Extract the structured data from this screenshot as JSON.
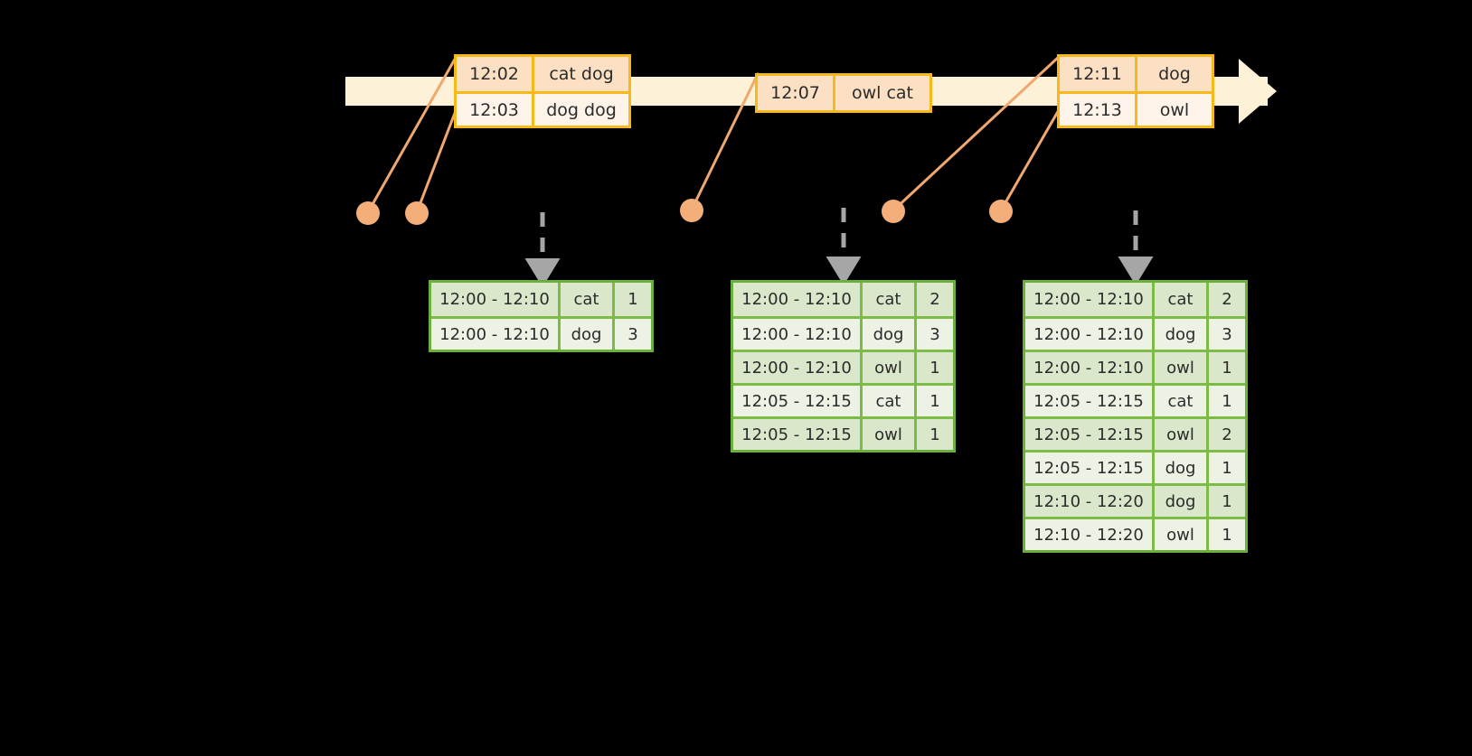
{
  "diagram": {
    "timeline": {
      "label": "event-stream-timeline",
      "bar_color": "#FDF1D7",
      "arrow_color": "#FDF1D7"
    },
    "accent_colors": {
      "event_border": "#F5B919",
      "event_shade": "#FCE0C3",
      "event_plain": "#FEF3E8",
      "table_border": "#6BB03C",
      "table_grid": "#7CBB46",
      "table_shade": "#DBE7CA",
      "table_plain": "#EDF3E4",
      "connector": "#F0A86E",
      "dot": "#F3AE79",
      "dashed_arrow": "#A6A6A6"
    },
    "event_boxes": [
      {
        "name": "event-box-1",
        "rows": [
          {
            "time": "12:02",
            "text": "cat dog",
            "style": "shade"
          },
          {
            "time": "12:03",
            "text": "dog dog",
            "style": "plain"
          }
        ]
      },
      {
        "name": "event-box-2",
        "rows": [
          {
            "time": "12:07",
            "text": "owl cat",
            "style": "shade"
          }
        ]
      },
      {
        "name": "event-box-3",
        "rows": [
          {
            "time": "12:11",
            "text": "dog",
            "style": "shade"
          },
          {
            "time": "12:13",
            "text": "owl",
            "style": "plain"
          }
        ]
      }
    ],
    "result_tables": [
      {
        "name": "result-table-1",
        "rows": [
          {
            "window": "12:00 - 12:10",
            "key": "cat",
            "count": "1",
            "style": "shade"
          },
          {
            "window": "12:00 - 12:10",
            "key": "dog",
            "count": "3",
            "style": "plain"
          }
        ]
      },
      {
        "name": "result-table-2",
        "rows": [
          {
            "window": "12:00 - 12:10",
            "key": "cat",
            "count": "2",
            "style": "shade"
          },
          {
            "window": "12:00 - 12:10",
            "key": "dog",
            "count": "3",
            "style": "plain"
          },
          {
            "window": "12:00 - 12:10",
            "key": "owl",
            "count": "1",
            "style": "shade"
          },
          {
            "window": "12:05 - 12:15",
            "key": "cat",
            "count": "1",
            "style": "plain"
          },
          {
            "window": "12:05 - 12:15",
            "key": "owl",
            "count": "1",
            "style": "shade"
          }
        ]
      },
      {
        "name": "result-table-3",
        "rows": [
          {
            "window": "12:00 - 12:10",
            "key": "cat",
            "count": "2",
            "style": "shade"
          },
          {
            "window": "12:00 - 12:10",
            "key": "dog",
            "count": "3",
            "style": "plain"
          },
          {
            "window": "12:00 - 12:10",
            "key": "owl",
            "count": "1",
            "style": "shade"
          },
          {
            "window": "12:05 - 12:15",
            "key": "cat",
            "count": "1",
            "style": "plain"
          },
          {
            "window": "12:05 - 12:15",
            "key": "owl",
            "count": "2",
            "style": "shade"
          },
          {
            "window": "12:05 - 12:15",
            "key": "dog",
            "count": "1",
            "style": "plain"
          },
          {
            "window": "12:10 - 12:20",
            "key": "dog",
            "count": "1",
            "style": "shade"
          },
          {
            "window": "12:10 - 12:20",
            "key": "owl",
            "count": "1",
            "style": "plain"
          }
        ]
      }
    ]
  }
}
